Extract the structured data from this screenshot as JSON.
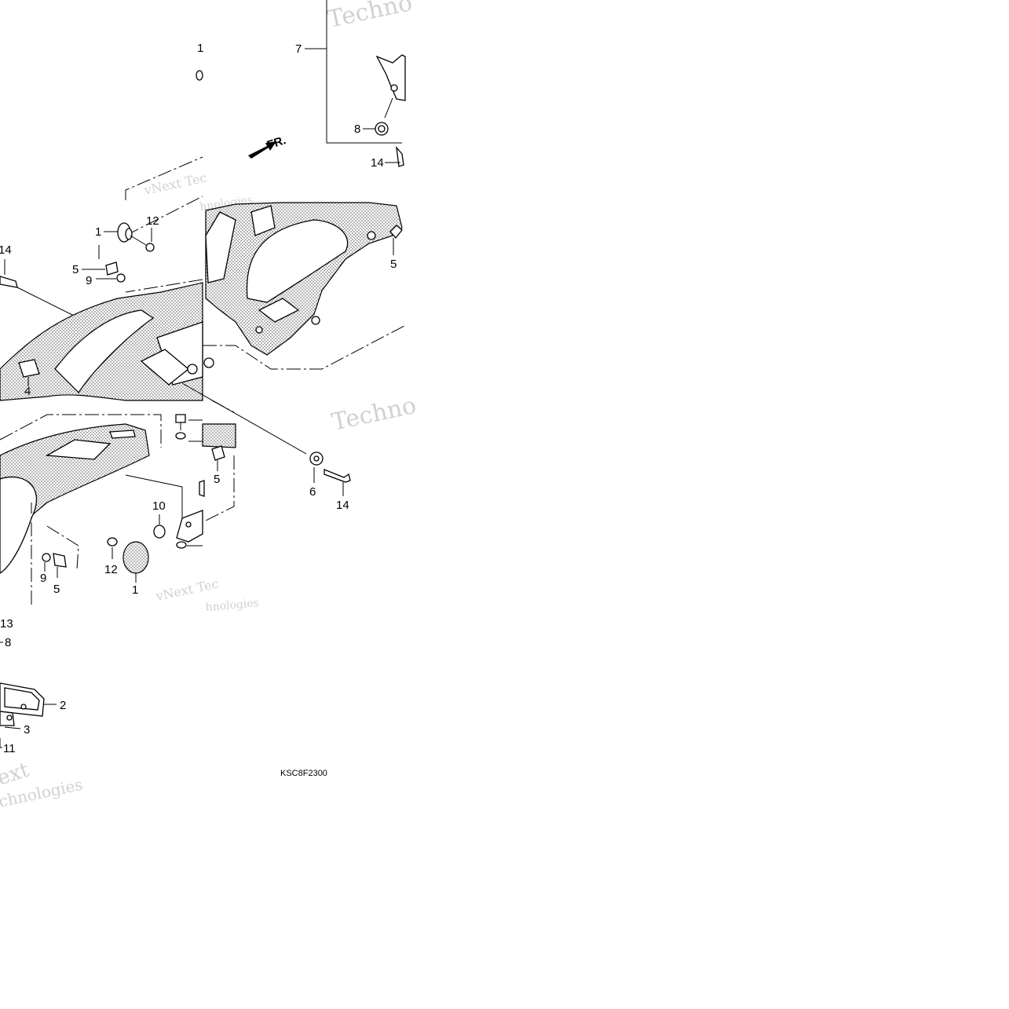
{
  "diagram": {
    "direction_label": "FR.",
    "drawing_code": "KSC8F2300",
    "callouts": {
      "c1_top": "1",
      "c7": "7",
      "c8_top": "8",
      "c14_top": "14",
      "c1_mid": "1",
      "c12_mid": "12",
      "c14_left": "14",
      "c5_left": "5",
      "c9_left": "9",
      "c5_right": "5",
      "c4": "4",
      "c5_lower": "5",
      "c6": "6",
      "c14_lower": "14",
      "c10": "10",
      "c12_lower": "12",
      "c1_lower": "1",
      "c9_lower": "9",
      "c5_bottom": "5",
      "c13": "13",
      "c8_bottom": "8",
      "c2": "2",
      "c3": "3",
      "c11": "11"
    },
    "watermarks": {
      "w1": "Techno",
      "w2": "vNext Tec",
      "w3": "hnologies",
      "w4": "Techno",
      "w5": "vNext Tec",
      "w6": "hnologies",
      "w7": "ext",
      "w8": "chnologies"
    }
  }
}
